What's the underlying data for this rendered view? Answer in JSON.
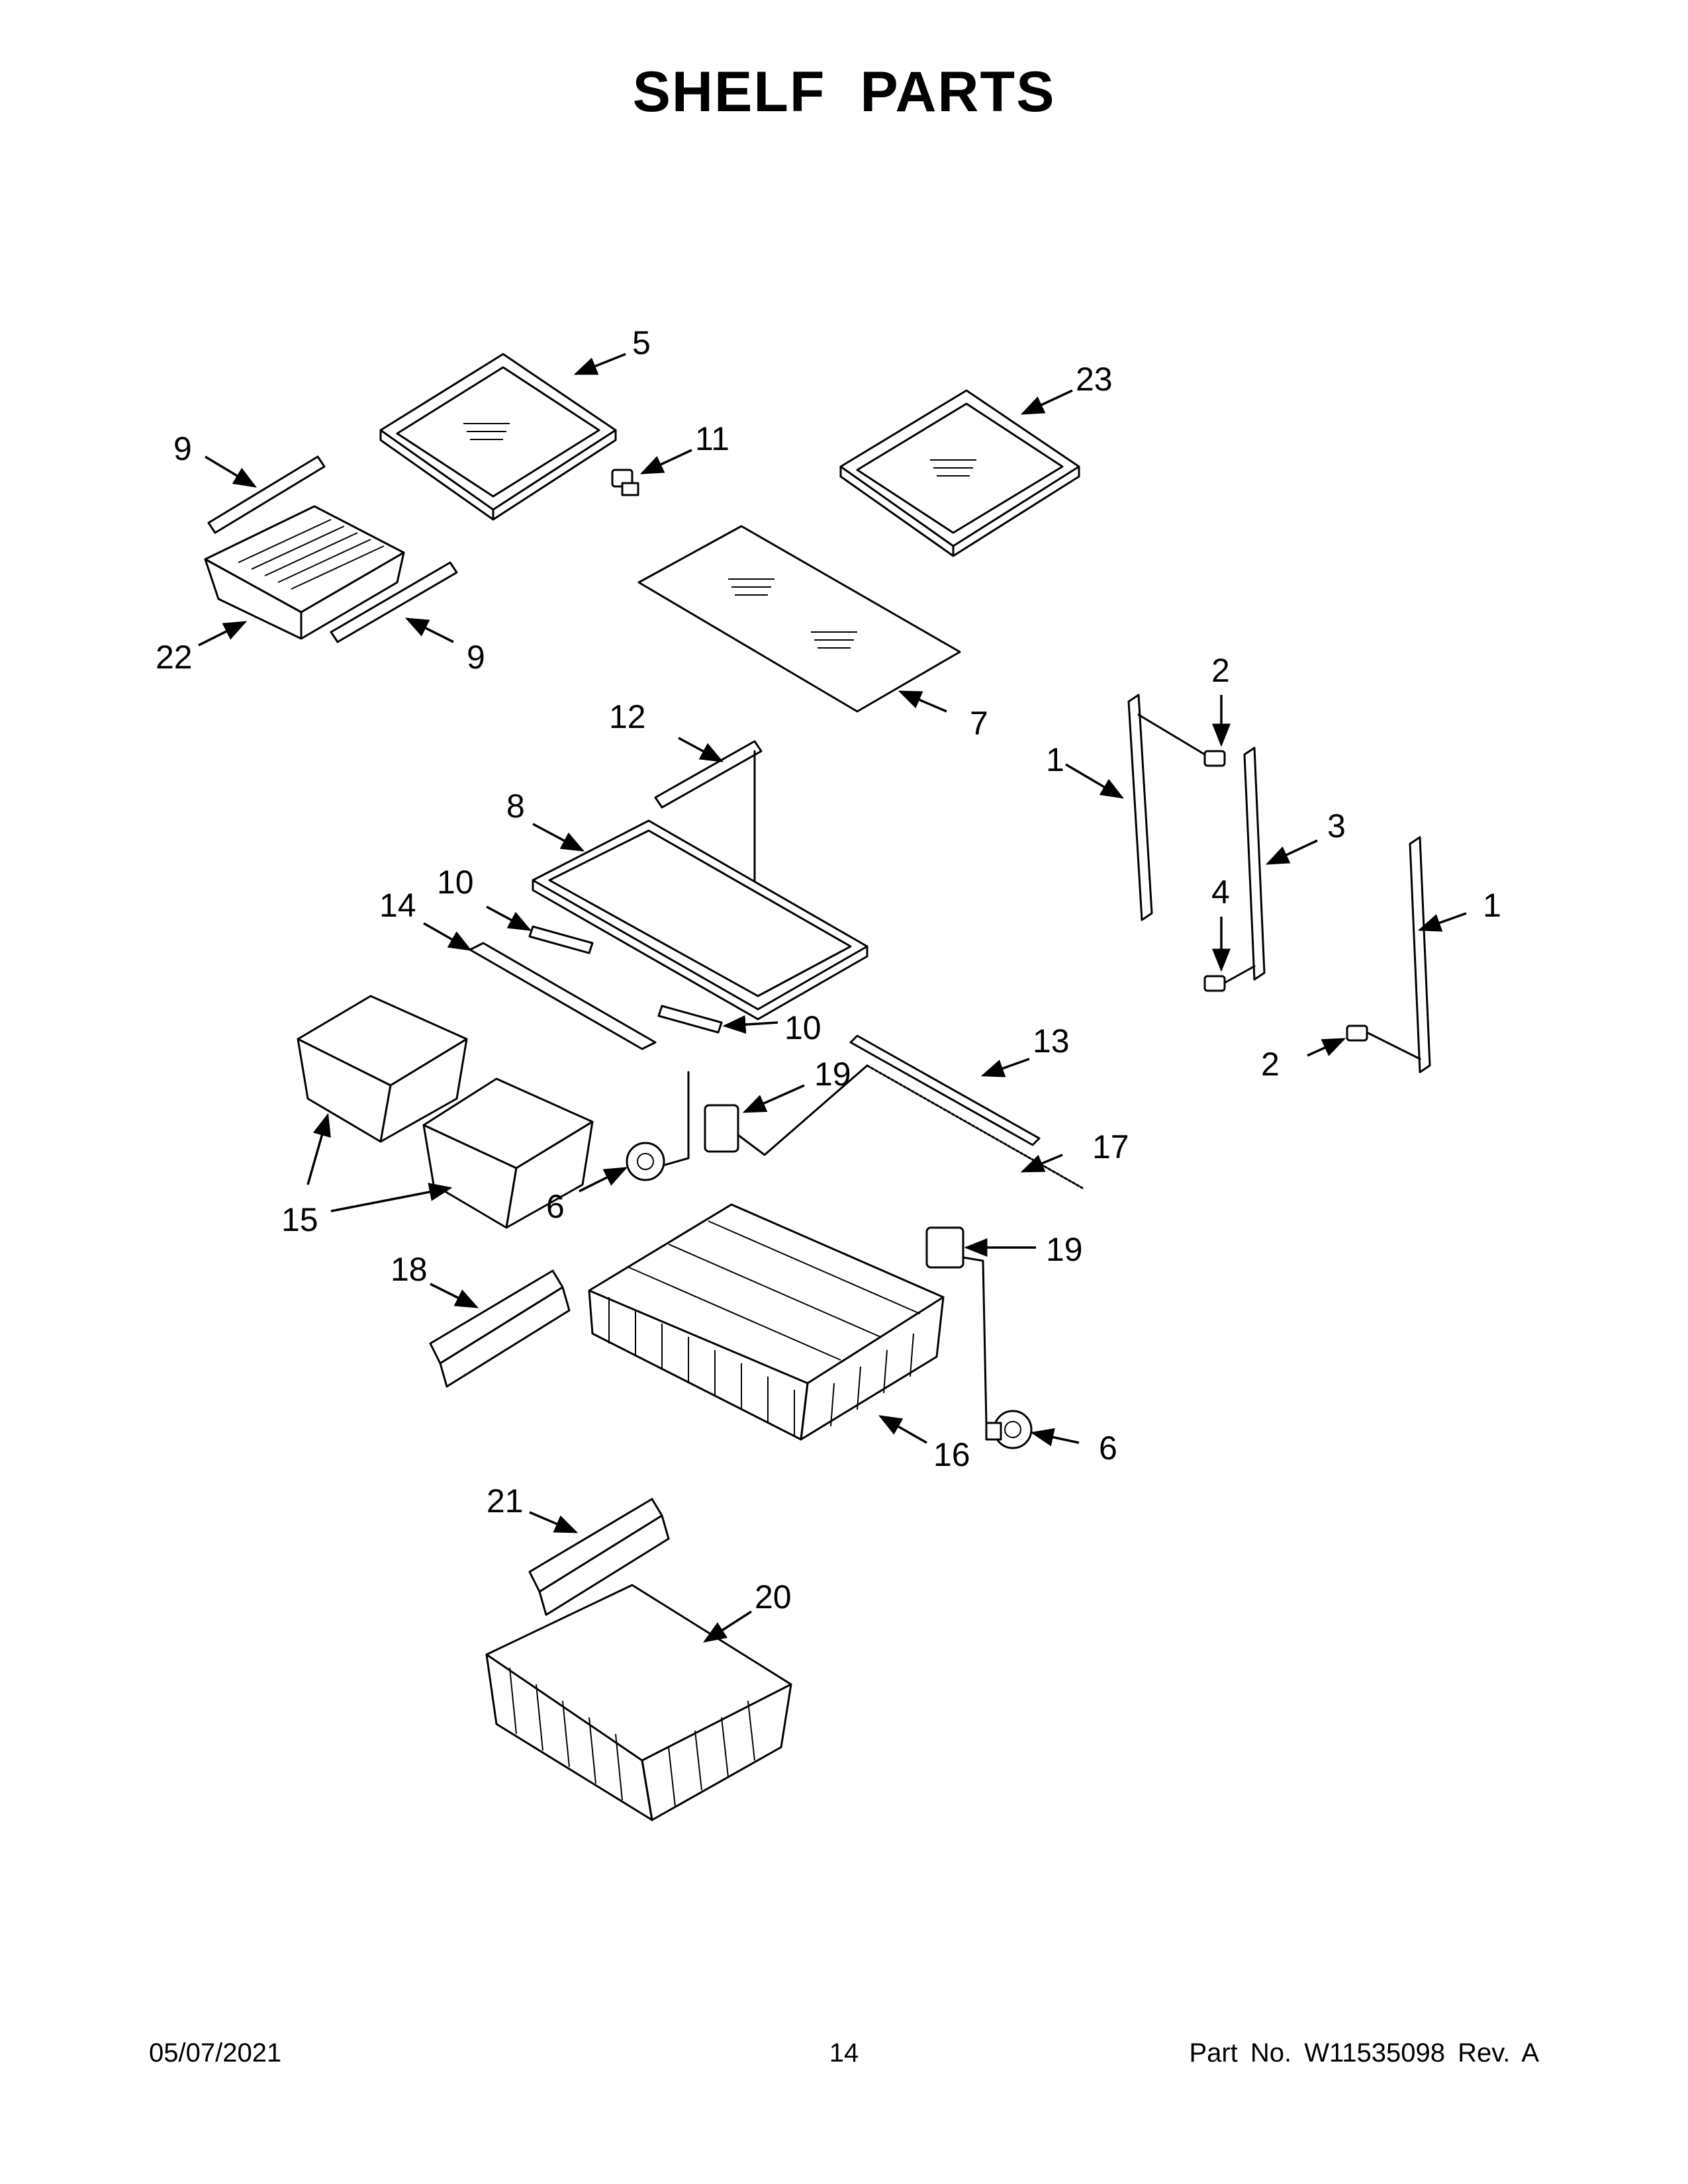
{
  "title": "SHELF PARTS",
  "callouts": {
    "c1a": "1",
    "c1b": "1",
    "c2a": "2",
    "c2b": "2",
    "c3": "3",
    "c4": "4",
    "c5": "5",
    "c6a": "6",
    "c6b": "6",
    "c7": "7",
    "c8": "8",
    "c9a": "9",
    "c9b": "9",
    "c10a": "10",
    "c10b": "10",
    "c11": "11",
    "c12": "12",
    "c13": "13",
    "c14": "14",
    "c15": "15",
    "c16": "16",
    "c17": "17",
    "c18": "18",
    "c19a": "19",
    "c19b": "19",
    "c20": "20",
    "c21": "21",
    "c22": "22",
    "c23": "23"
  },
  "footer": {
    "date": "05/07/2021",
    "page": "14",
    "part": "Part No.  W11535098  Rev.  A"
  }
}
